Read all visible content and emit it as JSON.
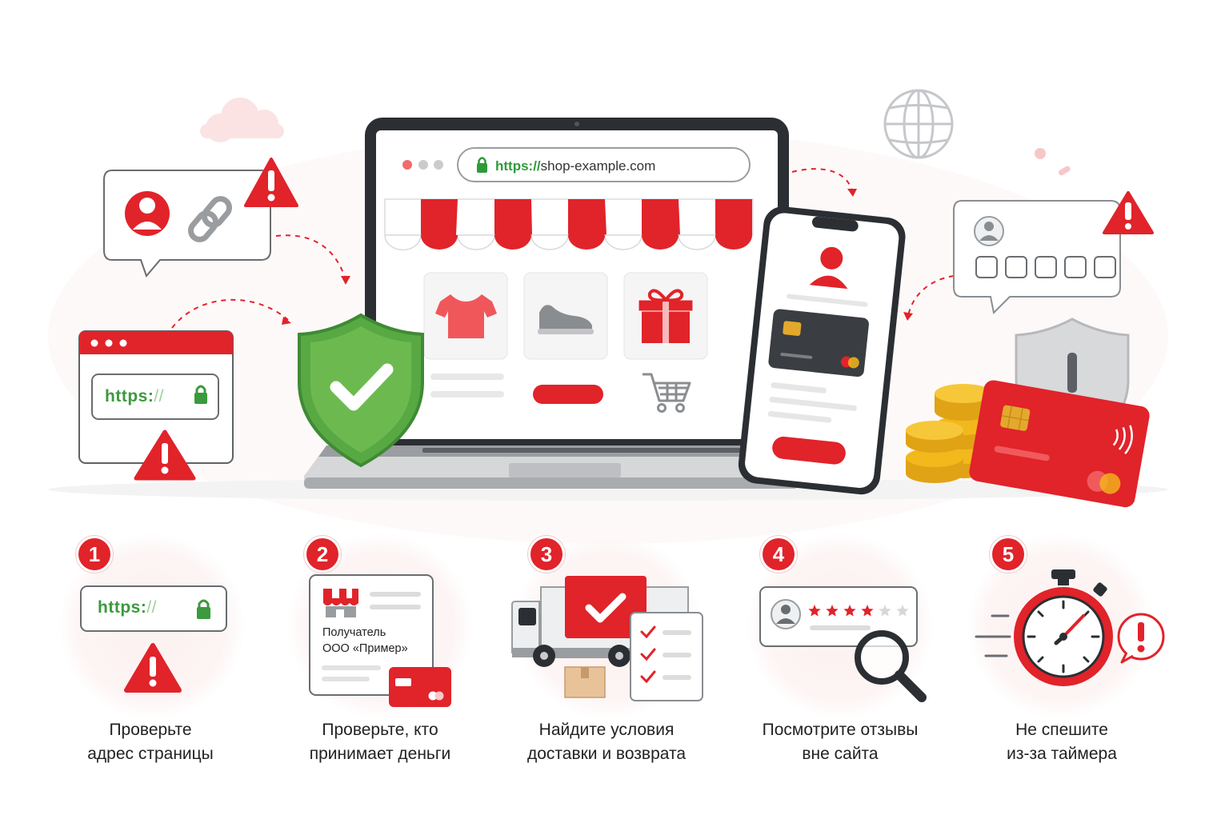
{
  "browser": {
    "url_scheme": "https://",
    "url_host": "shop-example.com"
  },
  "address_card": {
    "scheme": "https:",
    "slashes": "//"
  },
  "steps": [
    {
      "number": "1",
      "line1": "Проверьте",
      "line2": "адрес страницы",
      "icon": "address-bar-warning-icon",
      "https_scheme": "https:",
      "https_slashes": "//"
    },
    {
      "number": "2",
      "line1": "Проверьте, кто",
      "line2": "принимает деньги",
      "icon": "recipient-card-icon",
      "recipient_label": "Получатель",
      "recipient_name": "ООО «Пример»"
    },
    {
      "number": "3",
      "line1": "Найдите условия",
      "line2": "доставки и возврата",
      "icon": "delivery-truck-checklist-icon"
    },
    {
      "number": "4",
      "line1": "Посмотрите отзывы",
      "line2": "вне сайта",
      "icon": "reviews-magnifier-icon",
      "rating": 4,
      "rating_max": 6
    },
    {
      "number": "5",
      "line1": "Не спешите",
      "line2": "из-за таймера",
      "icon": "stopwatch-warning-icon"
    }
  ],
  "colors": {
    "accent_red": "#e1232a",
    "secure_green": "#3a9a3c",
    "shield_green": "#5fae4a",
    "coin_gold": "#f2b81c",
    "dark": "#2b2f33"
  }
}
